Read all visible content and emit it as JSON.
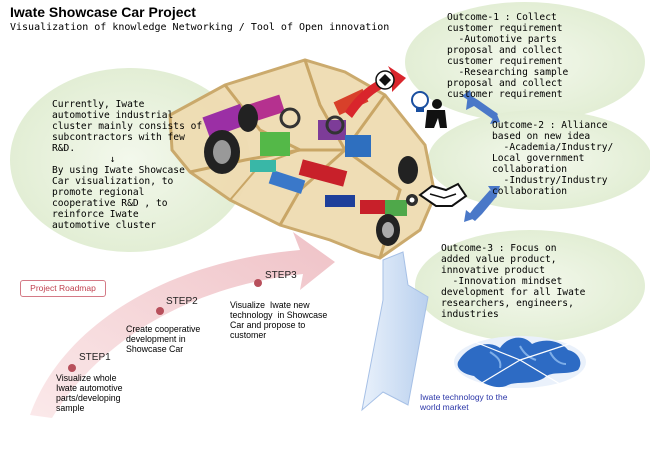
{
  "header": {
    "title": "Iwate Showcase Car Project",
    "subtitle": "Visualization of knowledge Networking  / Tool of Open innovation"
  },
  "intro": {
    "text": "Currently, Iwate\nautomotive industrial\ncluster mainly consists of\nsubcontractors with few\nR&D.\n          ↓\nBy using Iwate Showcase\nCar visualization, to\npromote regional\ncooperative R&D , to\nreinforce Iwate\nautomotive cluster"
  },
  "outcomes": [
    {
      "text": "Outcome-1 : Collect\ncustomer requirement\n  -Automotive parts\nproposal and collect\ncustomer requirement\n  -Researching sample\nproposal and collect\ncustomer requirement"
    },
    {
      "text": "Outcome-2 : Alliance\nbased on new idea\n  -Academia/Industry/\nLocal government\ncollaboration\n  -Industry/Industry\ncollaboration"
    },
    {
      "text": "Outcome-3 : Focus on\nadded value product,\ninnovative product\n  -Innovation mindset\ndevelopment for all Iwate\nresearchers, engineers,\nindustries"
    }
  ],
  "roadmap": {
    "label": "Project Roadmap",
    "steps": [
      {
        "title": "STEP1",
        "desc": "Visualize whole\nIwate automotive\nparts/developing\nsample"
      },
      {
        "title": "STEP2",
        "desc": "Create cooperative\ndevelopment in\nShowcase Car"
      },
      {
        "title": "STEP3",
        "desc": "Visualize  Iwate new\ntechnology  in Showcase\nCar and propose to\ncustomer"
      }
    ]
  },
  "world": {
    "label": "Iwate technology to the\nworld market"
  },
  "colors": {
    "ellipse_fill": "#e3efd5",
    "arrow_blue": "#4a78c8",
    "roadmap_arrow": "#f2c9cd",
    "step_dot": "#b8505c",
    "car_frame": "#d9b77a"
  }
}
